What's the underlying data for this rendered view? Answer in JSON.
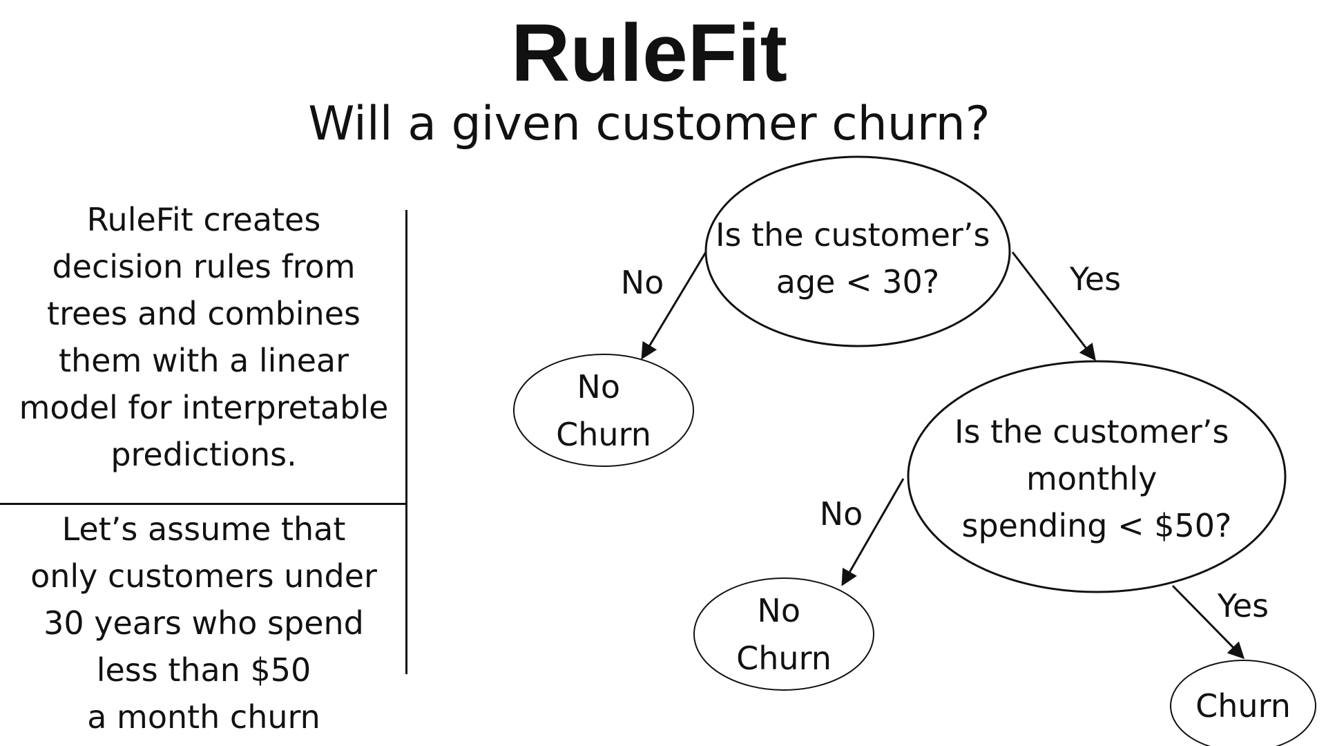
{
  "title": "RuleFit",
  "subtitle": "Will a given customer churn?",
  "intro_lines": [
    "RuleFit creates",
    "decision rules from",
    "trees and combines",
    "them with a linear",
    "model for interpretable",
    "predictions."
  ],
  "assumption_lines": [
    "Let’s assume that",
    "only customers under",
    "30 years who spend",
    "less than $50",
    "a month churn"
  ],
  "tree": {
    "root": {
      "lines": [
        "Is the customer’s",
        "age < 30?"
      ]
    },
    "root_no_leaf": {
      "lines": [
        "No",
        "Churn"
      ]
    },
    "spend": {
      "lines": [
        "Is the customer’s",
        "monthly",
        "spending < $50?"
      ]
    },
    "spend_no_leaf": {
      "lines": [
        "No",
        "Churn"
      ]
    },
    "spend_yes_leaf": {
      "lines": [
        "Churn"
      ]
    },
    "labels": {
      "root_no": "No",
      "root_yes": "Yes",
      "spend_no": "No",
      "spend_yes": "Yes"
    }
  }
}
